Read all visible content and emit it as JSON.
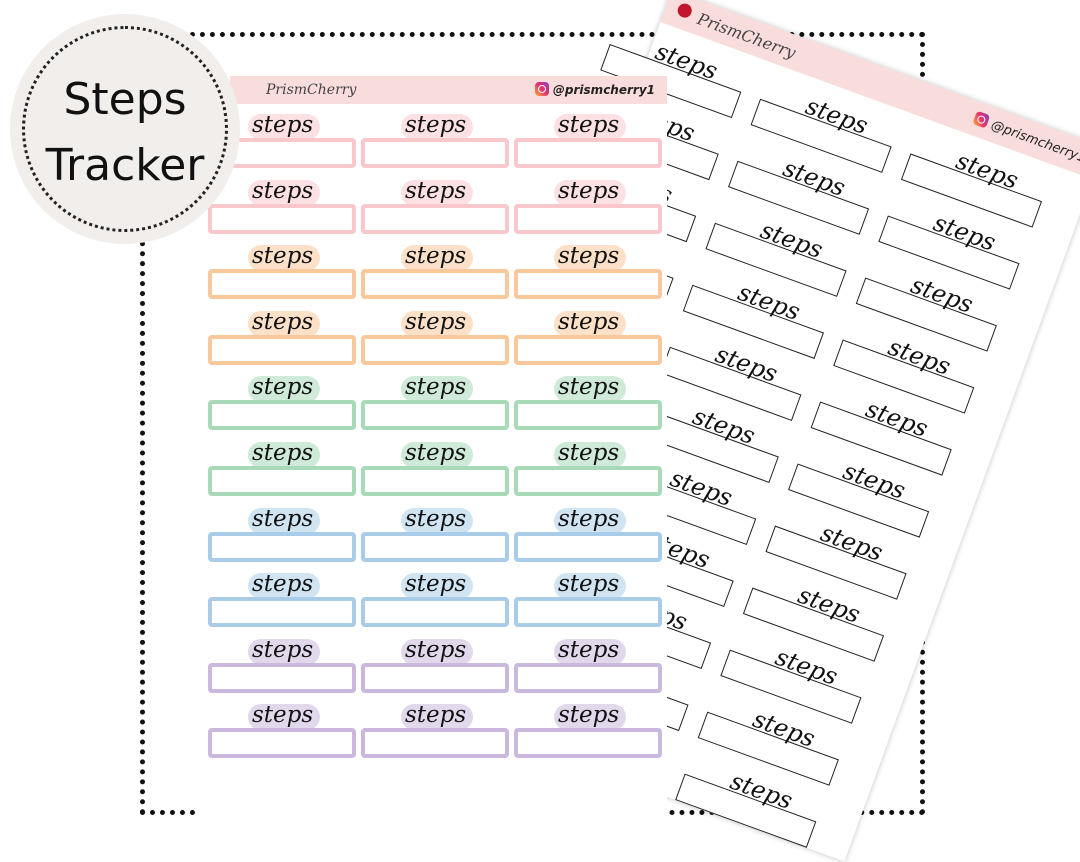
{
  "badge": {
    "line1": "Steps",
    "line2": "Tracker"
  },
  "brand": "PrismCherry",
  "instagram_handle": "@prismcherry1",
  "sticker_word": "steps",
  "colors": {
    "pink": "#f8c8cc",
    "orange": "#f9c89b",
    "green": "#a8d9b8",
    "blue": "#a9cde8",
    "purple": "#cbb8dd",
    "header": "#f9dcdc"
  },
  "front_rows": [
    "pink",
    "pink",
    "orange",
    "orange",
    "green",
    "green",
    "blue",
    "blue",
    "purple",
    "purple"
  ],
  "back_row_count": 11
}
